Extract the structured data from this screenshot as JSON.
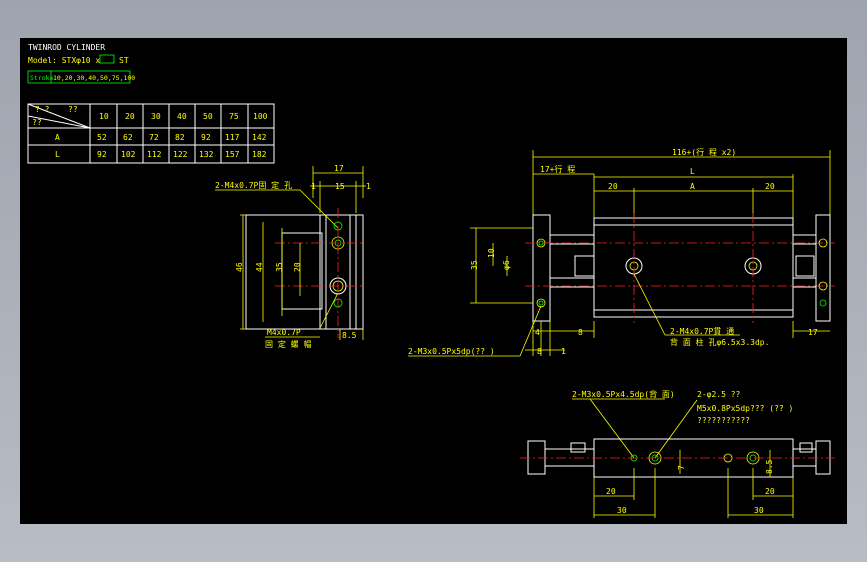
{
  "title": "TWINROD CYLINDER",
  "model": {
    "label": "Model: STXφ10 x",
    "suffix": "ST"
  },
  "stroke_list": {
    "label": "Stroke",
    "values": "10,20,30,40,50,75,100"
  },
  "table": {
    "header_top": "??",
    "header_mid": "? ?",
    "header_bot": "??",
    "columns": [
      "10",
      "20",
      "30",
      "40",
      "50",
      "75",
      "100"
    ],
    "rows": [
      {
        "label": "A",
        "values": [
          "52",
          "62",
          "72",
          "82",
          "92",
          "117",
          "142"
        ]
      },
      {
        "label": "L",
        "values": [
          "92",
          "102",
          "112",
          "122",
          "132",
          "157",
          "182"
        ]
      }
    ]
  },
  "side_view": {
    "dim_top": "17",
    "dim_15": "15",
    "dim_1a": "1",
    "dim_1b": "1",
    "dim_46": "46",
    "dim_44": "44",
    "dim_35": "35",
    "dim_20": "20",
    "dim_85": "8.5",
    "label_top": "2-M4x0.7P固 定 孔",
    "label_m4": "M4x0.7P",
    "label_nut": "固 定 螺 帽"
  },
  "front_view": {
    "dim_total": "116+(行 程 x2)",
    "dim_17stroke": "17+行 程",
    "dim_L": "L",
    "dim_20a": "20",
    "dim_A": "A",
    "dim_20b": "20",
    "dim_35": "35",
    "dim_10": "10",
    "dim_d6": "φ6",
    "dim_4": "4",
    "dim_8a": "8",
    "dim_8b": "8",
    "dim_1": "1",
    "dim_17": "17",
    "label_m3": "2-M3x0.5Px5dp(?? )",
    "label_m4": "2-M4x0.7P貫 通",
    "label_bore": "背 面 柱 孔φ6.5x3.3dp."
  },
  "bottom_view": {
    "label_m3": "2-M3x0.5Px4.5dp(背 面)",
    "label_phi": "2-φ2.5 ??",
    "label_m5": "M5x0.8Px5dp??? (?? )",
    "label_q": "???????????",
    "dim_20a": "20",
    "dim_30a": "30",
    "dim_20b": "20",
    "dim_30b": "30",
    "dim_7": "7",
    "dim_85": "8.5"
  },
  "colors": {
    "background": "#000000",
    "dimension": "#ffff00",
    "outline": "#ffffff",
    "center": "#ff2222",
    "port": "#00ff00"
  }
}
